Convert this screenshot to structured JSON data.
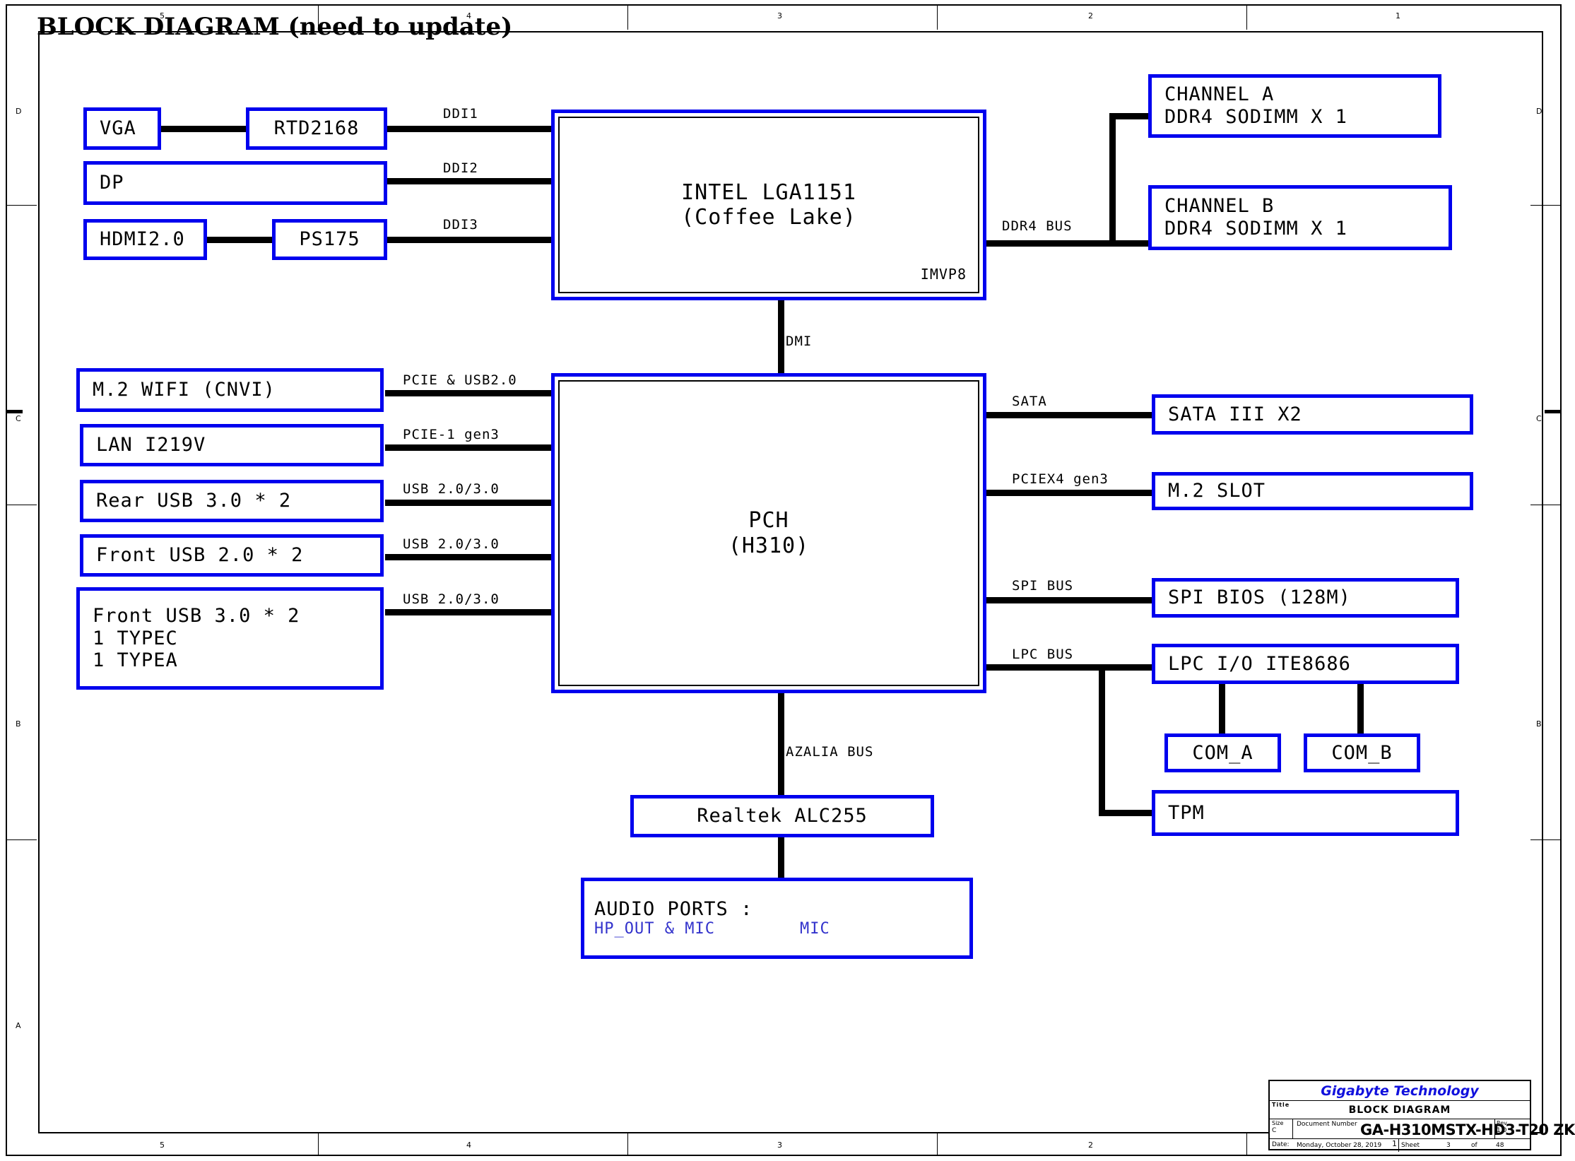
{
  "page_title": "BLOCK DIAGRAM (need to update)",
  "frame": {
    "column_ticks": [
      "5",
      "4",
      "3",
      "2",
      "1"
    ],
    "row_ticks": [
      "D",
      "C",
      "B",
      "A"
    ]
  },
  "blocks": {
    "vga": "VGA",
    "rtd2168": "RTD2168",
    "dp": "DP",
    "hdmi": "HDMI2.0",
    "ps175": "PS175",
    "cpu_line1": "INTEL LGA1151",
    "cpu_line2": "(Coffee Lake)",
    "cpu_imvp": "IMVP8",
    "channel_a": "CHANNEL A\nDDR4 SODIMM X 1",
    "channel_b": "CHANNEL B\nDDR4 SODIMM X 1",
    "m2_wifi": "M.2 WIFI (CNVI)",
    "lan": "LAN I219V",
    "rear_usb": "Rear USB 3.0 * 2",
    "front_usb20": "Front USB 2.0 * 2",
    "front_usb30": "Front USB 3.0 * 2\n1 TYPEC\n1 TYPEA",
    "pch_line1": "PCH",
    "pch_line2": "(H310)",
    "sata": "SATA III X2",
    "m2_slot": "M.2 SLOT",
    "spi_bios": "SPI BIOS (128M)",
    "lpc_io": "LPC I/O ITE8686",
    "com_a": "COM_A",
    "com_b": "COM_B",
    "tpm": "TPM",
    "codec": "Realtek ALC255",
    "audio_ports_title": "AUDIO PORTS :",
    "audio_ports_hp": "HP_OUT & MIC",
    "audio_ports_mic": "MIC"
  },
  "wires": {
    "ddi1": "DDI1",
    "ddi2": "DDI2",
    "ddi3": "DDI3",
    "ddr4_bus": "DDR4 BUS",
    "dmi": "DMI",
    "pcie_usb20": "PCIE & USB2.0",
    "pcie1_gen3": "PCIE-1 gen3",
    "usb_a": "USB 2.0/3.0",
    "usb_b": "USB 2.0/3.0",
    "usb_c": "USB 2.0/3.0",
    "sata": "SATA",
    "pciex4_gen3": "PCIEX4 gen3",
    "spi_bus": "SPI BUS",
    "lpc_bus": "LPC BUS",
    "azalia_bus": "AZALIA BUS"
  },
  "titleblock": {
    "company": "Gigabyte Technology",
    "title_tag": "Title",
    "title_value": "BLOCK DIAGRAM",
    "size_tag": "Size",
    "size_value": "C",
    "docnum_tag": "Document Number",
    "docnum_value": "GA-H310MSTX-HD3-T20 ZK",
    "rev_tag": "Rev",
    "rev_value": "1.0",
    "date_tag": "Date:",
    "date_value": "Monday, October 28, 2019",
    "sheet_tag": "Sheet",
    "sheet_value": "3",
    "sheet_of": "of",
    "sheet_total": "48",
    "bottom_tick": "1"
  },
  "colors": {
    "block_border": "#0000ee",
    "wire": "#000000",
    "brand": "#1111dd",
    "audio_sub": "#3333cc"
  }
}
